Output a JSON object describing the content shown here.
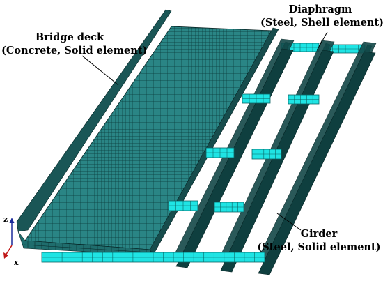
{
  "annotations": {
    "deck": {
      "name": "Bridge deck",
      "detail": "(Concrete, Solid element)"
    },
    "diaphragm": {
      "name": "Diaphragm",
      "detail": "(Steel, Shell element)"
    },
    "girder": {
      "name": "Girder",
      "detail": "(Steel, Solid element)"
    }
  },
  "triad": {
    "z": "z",
    "x": "x"
  },
  "colors": {
    "mesh_fill": "#2e8e8e",
    "mesh_dark": "#134848",
    "mesh_line": "#062525",
    "diaphragm_fill": "#1fe4e4",
    "diaphragm_line": "#0a6565",
    "triad_z": "#1b2a9a",
    "triad_x": "#c01818"
  }
}
